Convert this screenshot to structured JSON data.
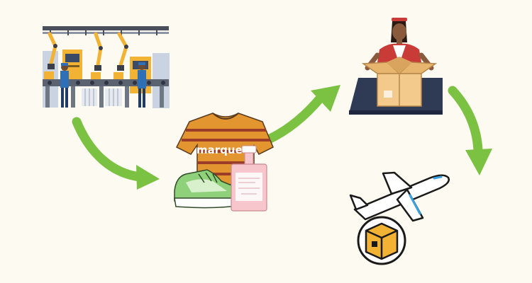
{
  "colors": {
    "background": "#fdfaf1",
    "arrow": "#7cc242",
    "shirt": "#e3952f",
    "shirt_stripe": "#9c3d2a",
    "shoe": "#8fd07a",
    "bottle": "#f6c6cc",
    "box": "#f3c98c",
    "table": "#2f3a55",
    "factory_machine": "#f2b233",
    "worker": "#2e6fb5"
  },
  "product": {
    "brand_label": "marque"
  },
  "icons": {
    "factory": "factory-assembly-line-illustration",
    "products": "fashion-products-illustration",
    "packing": "person-packing-box-illustration",
    "shipping": "airplane-shipping-illustration"
  }
}
